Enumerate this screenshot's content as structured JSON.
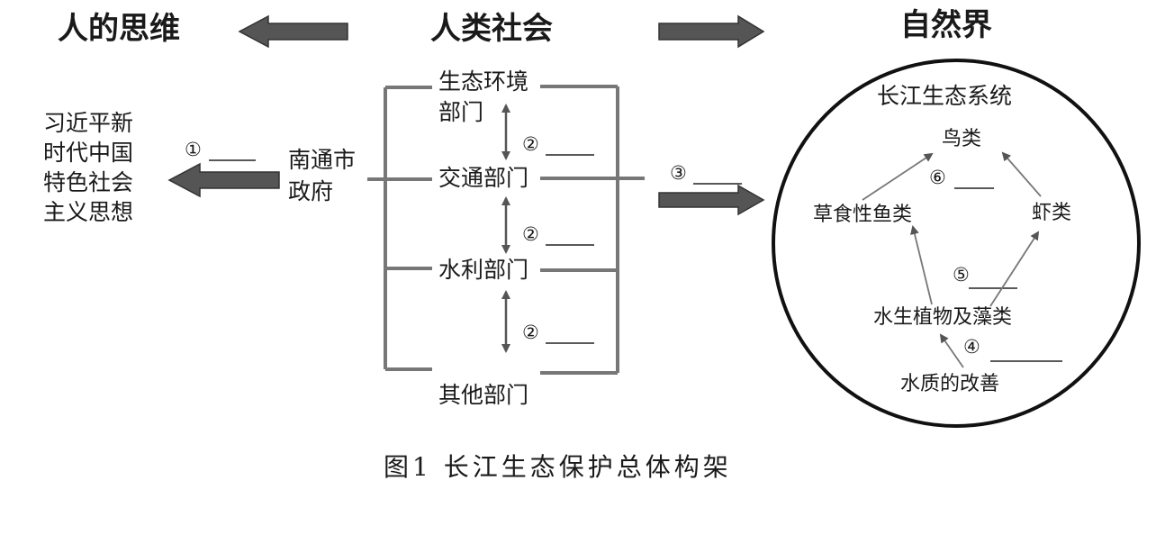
{
  "headers": {
    "human_thinking": "人的思维",
    "human_society": "人类社会",
    "nature": "自然界"
  },
  "left": {
    "thought_lines": [
      "习近平新",
      "时代中国",
      "特色社会",
      "主义思想"
    ]
  },
  "government": {
    "lines": [
      "南通市",
      "政府"
    ]
  },
  "departments": {
    "eco_env_lines": [
      "生态环境",
      "部门"
    ],
    "transport": "交通部门",
    "water": "水利部门",
    "other": "其他部门"
  },
  "markers": {
    "m1": "①",
    "m2a": "②",
    "m2b": "②",
    "m2c": "②",
    "m3": "③",
    "m4": "④",
    "m5": "⑤",
    "m6": "⑥"
  },
  "ecosystem": {
    "title": "长江生态系统",
    "birds": "鸟类",
    "herbivorous_fish": "草食性鱼类",
    "shrimp": "虾类",
    "aquatic_plants": "水生植物及藻类",
    "water_quality": "水质的改善"
  },
  "caption": "图1   长江生态保护总体构架"
}
